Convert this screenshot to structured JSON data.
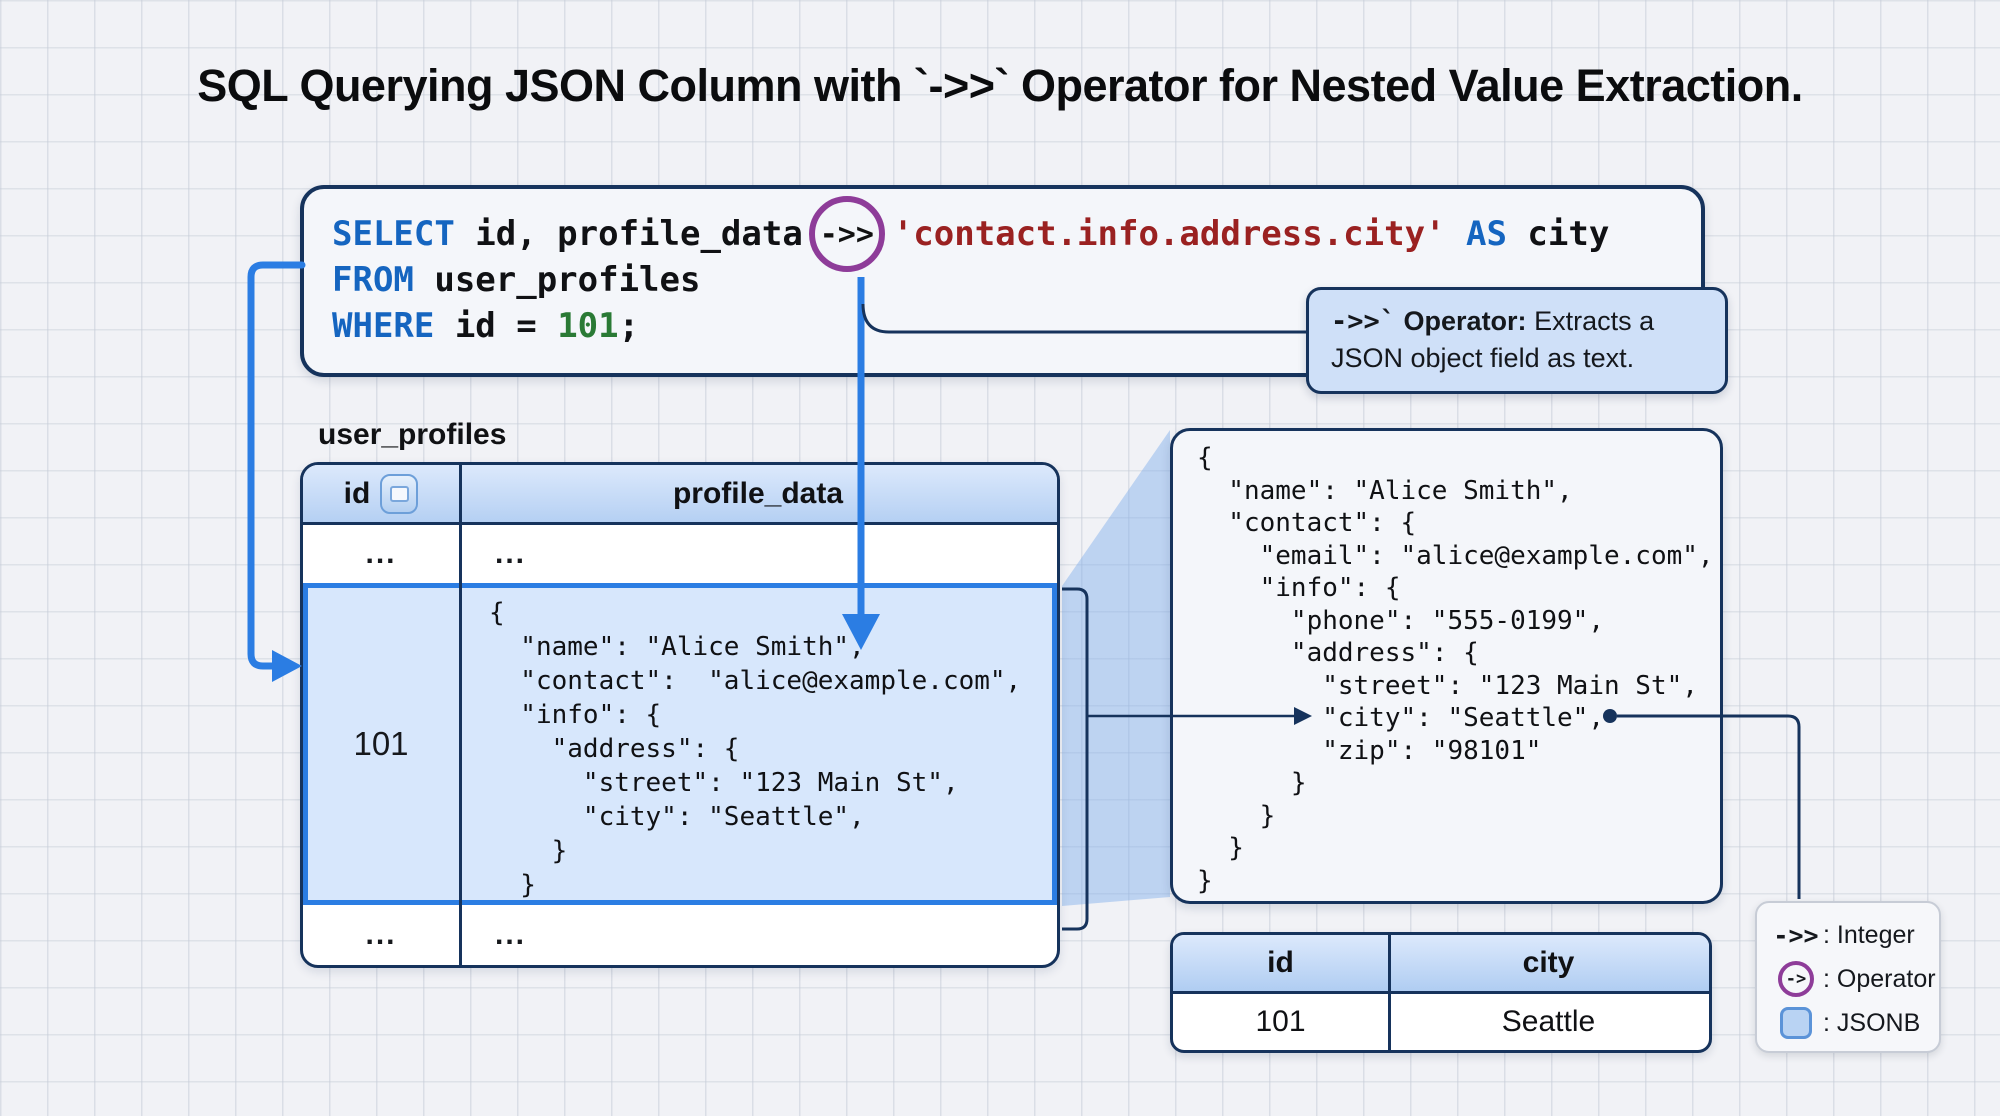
{
  "title": "SQL Querying JSON Column with `->>` Operator for Nested Value Extraction.",
  "colors": {
    "accent_blue": "#2b7de3",
    "navy_border": "#16335c",
    "operator_purple": "#8e3c99",
    "keyword_blue": "#1565c0",
    "string_red": "#9a2121",
    "number_green": "#2a7a35",
    "highlight_row_bg": "#d7e7fc",
    "table_header_bg": "#bcd5f5",
    "callout_bg": "#cfe0f8",
    "jsonb_square_fill": "#b9d3f3"
  },
  "sql_query": {
    "keyword_select": "SELECT",
    "select_rest": " id, profile_data",
    "operator": "->>",
    "json_path": "'contact.info.address.city'",
    "keyword_as": " AS",
    "alias": " city",
    "keyword_from": "FROM",
    "from_rest": " user_profiles",
    "keyword_where": "WHERE",
    "where_mid": " id = ",
    "where_value": "101",
    "where_terminator": ";"
  },
  "callout": {
    "symbol": "->>`",
    "label": " Operator:",
    "body": " Extracts a JSON object field as text."
  },
  "user_profiles_table": {
    "label": "user_profiles",
    "header_id": "id",
    "header_profile_data": "profile_data",
    "ellipsis": "...",
    "highlight_row": {
      "id": "101",
      "json_lines": [
        "{",
        "  \"name\": \"Alice Smith\",",
        "  \"contact\":  \"alice@example.com\",",
        "  \"info\": {",
        "    \"address\": {",
        "      \"street\": \"123 Main St\",",
        "      \"city\": \"Seattle\",",
        "    }",
        "  }"
      ]
    }
  },
  "json_detail_box": {
    "lines": [
      "{",
      "  \"name\": \"Alice Smith\",",
      "  \"contact\": {",
      "    \"email\": \"alice@example.com\",",
      "    \"info\": {",
      "      \"phone\": \"555-0199\",",
      "      \"address\": {",
      "        \"street\": \"123 Main St\",",
      "        \"city\": \"Seattle\",",
      "        \"zip\": \"98101\"",
      "      }",
      "    }",
      "  }",
      "}"
    ]
  },
  "result_table": {
    "header_id": "id",
    "header_city": "city",
    "row_id": "101",
    "row_city": "Seattle"
  },
  "legend": {
    "integer_symbol": "->>",
    "integer_label": ": Integer",
    "operator_symbol": "->",
    "operator_label": ": Operator",
    "jsonb_label": ": JSONB"
  }
}
